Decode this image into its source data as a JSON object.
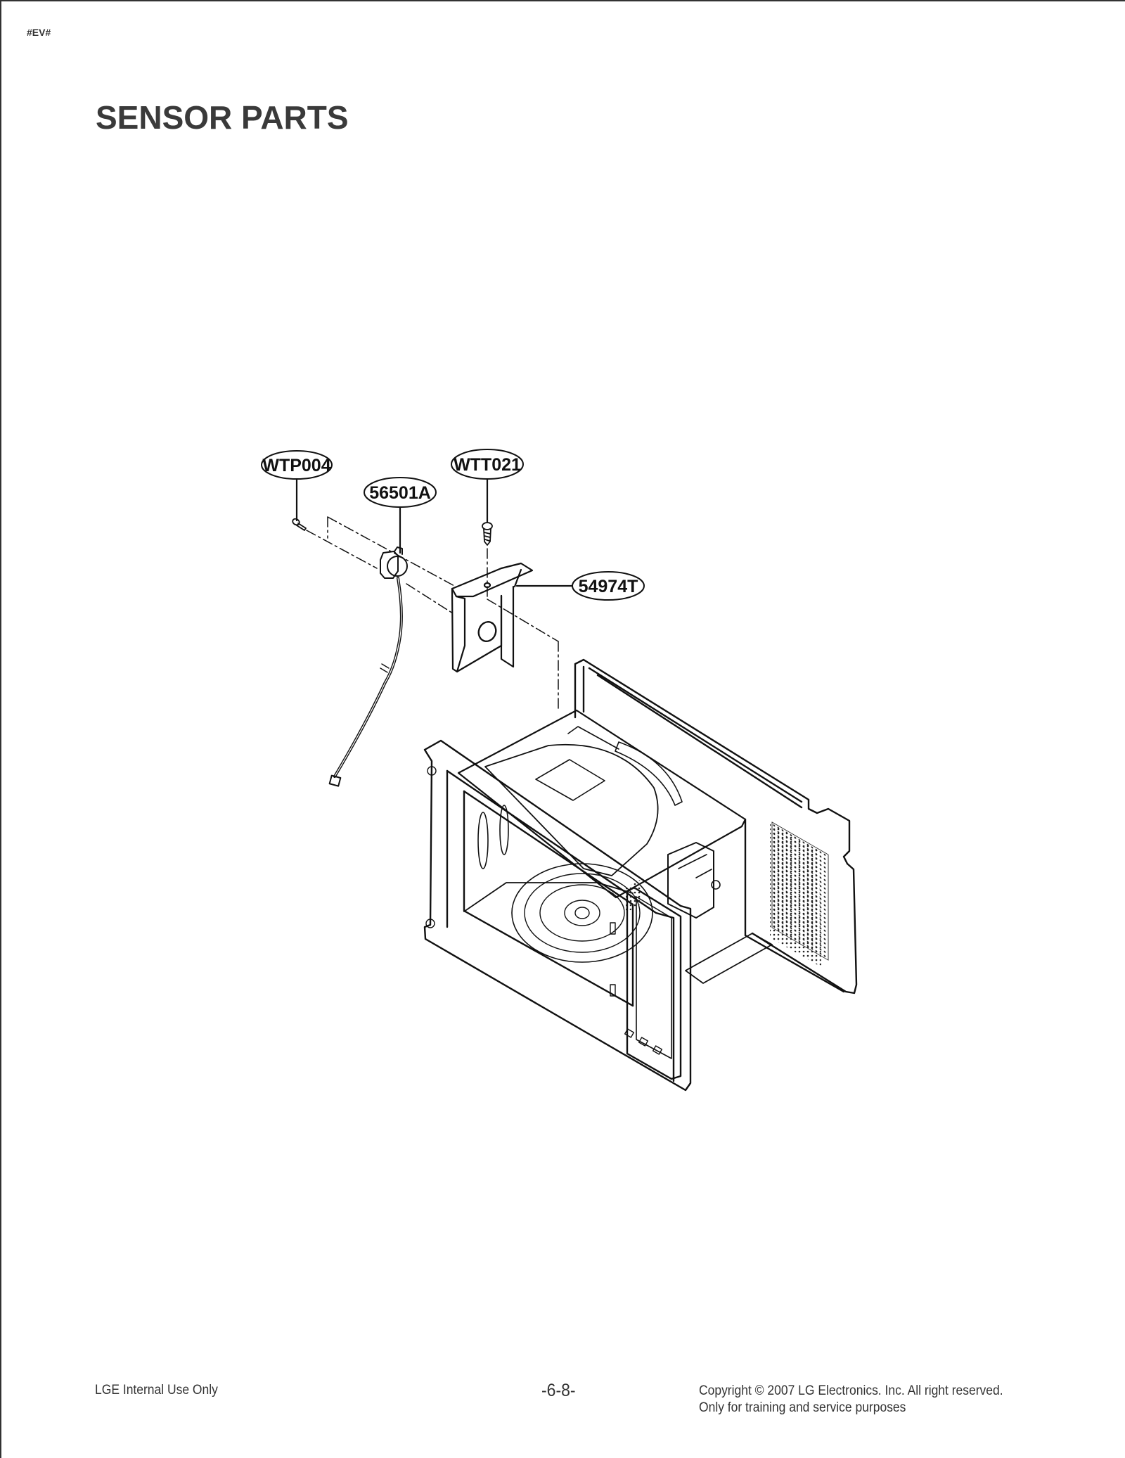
{
  "header": {
    "doc_code": "#EV#",
    "title": "SENSOR PARTS"
  },
  "diagram": {
    "description": "Exploded view of microwave cavity with humidity sensor assembly",
    "callouts": [
      {
        "id": "WTP004",
        "label": "WTP004",
        "part": "screw (sensor mount)"
      },
      {
        "id": "56501A",
        "label": "56501A",
        "part": "sensor with wire harness"
      },
      {
        "id": "WTT021",
        "label": "WTT021",
        "part": "screw (bracket mount)"
      },
      {
        "id": "54974T",
        "label": "54974T",
        "part": "sensor bracket"
      }
    ]
  },
  "footer": {
    "left": "LGE Internal Use Only",
    "page_number": "-6-8-",
    "copyright_line1": "Copyright © 2007 LG Electronics. Inc. All right reserved.",
    "copyright_line2": "Only for training and service purposes"
  }
}
